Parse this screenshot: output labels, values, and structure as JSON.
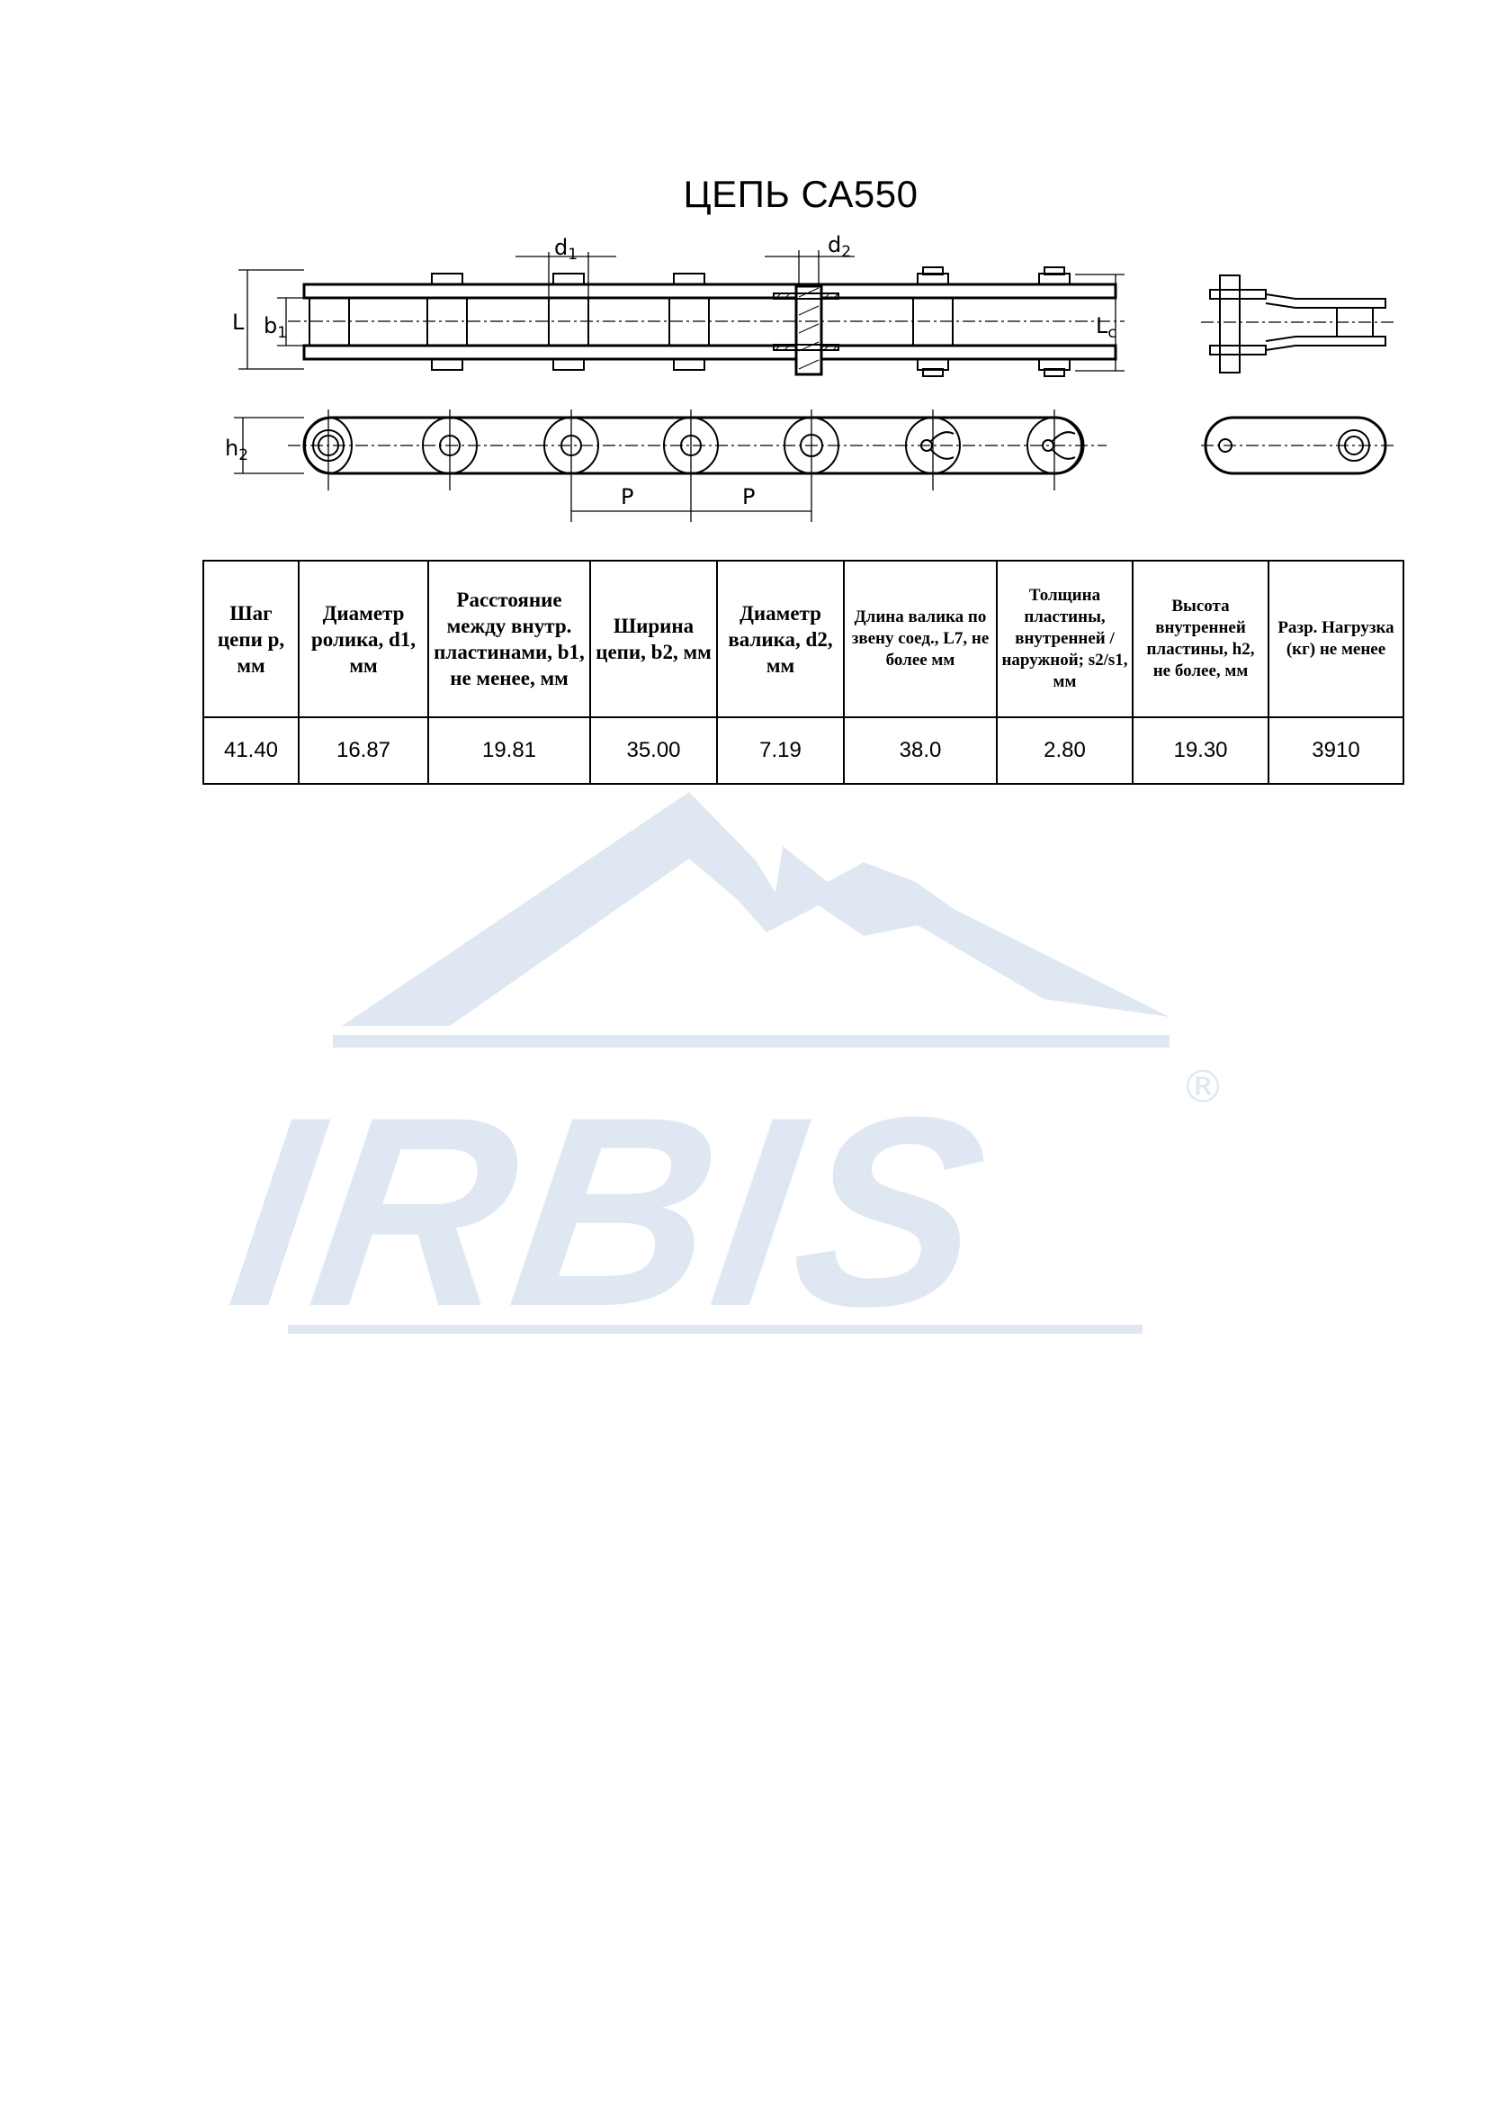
{
  "title": "ЦЕПЬ СА550",
  "drawing": {
    "labels": {
      "L": "L",
      "b1": "b1",
      "d1": "d1",
      "d2": "d2",
      "Lc": "Lc",
      "h2": "h2",
      "P": "P"
    }
  },
  "table": {
    "headers": [
      "Шаг цепи p, мм",
      "Диаметр ролика, d1, мм",
      "Расстояние между внутр. пластинами, b1, не менее, мм",
      "Ширина цепи, b2, мм",
      "Диаметр валика, d2, мм",
      "Длина валика по звену соед., L7, не более мм",
      "Толщина пластины, внутренней /наружной; s2/s1, мм",
      "Высота внутренней пластины, h2, не более, мм",
      "Разр. Нагрузка (кг) не менее"
    ],
    "rows": [
      [
        "41.40",
        "16.87",
        "19.81",
        "35.00",
        "7.19",
        "38.0",
        "2.80",
        "19.30",
        "3910"
      ]
    ]
  },
  "watermark": {
    "brand": "IRBIS",
    "mark": "®",
    "color": "#dfe8f2"
  }
}
